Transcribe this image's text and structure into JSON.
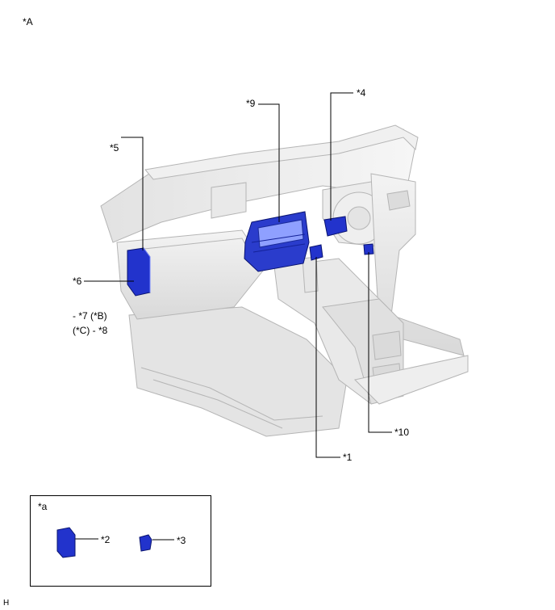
{
  "view_label": "*A",
  "footer_code": "H",
  "callouts": {
    "c1": "*1",
    "c4": "*4",
    "c5": "*5",
    "c6": "*6",
    "c7": "- *7 (*B)",
    "c8": "(*C) - *8",
    "c9": "*9",
    "c10": "*10"
  },
  "inset": {
    "label": "*a",
    "c2": "*2",
    "c3": "*3"
  },
  "colors": {
    "component_blue": "#2233cc",
    "dash_fill": "#ececec",
    "dash_stroke": "#b5b5b5",
    "leader": "#000000"
  }
}
